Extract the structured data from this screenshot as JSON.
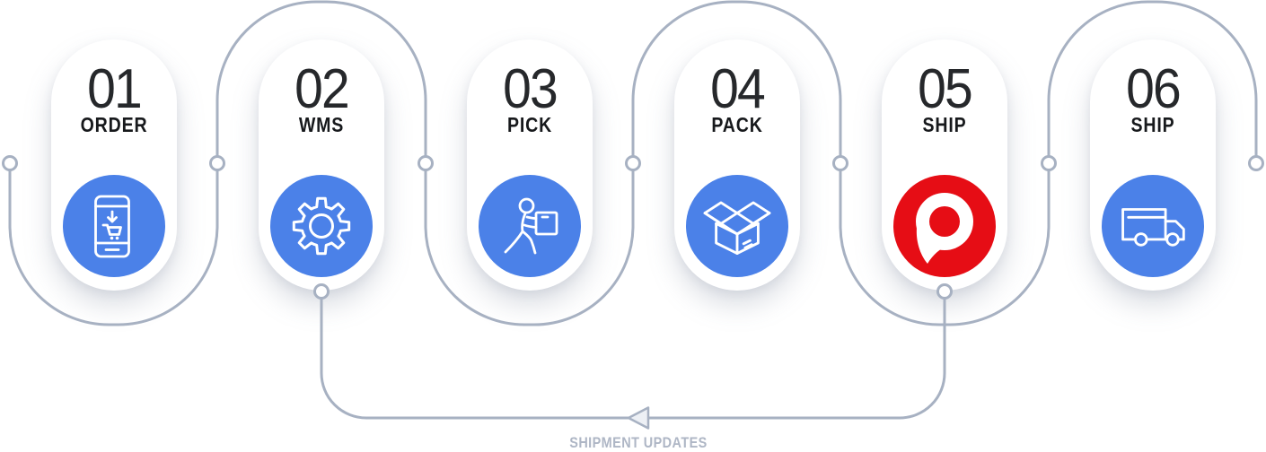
{
  "flow": {
    "steps": [
      {
        "number": "01",
        "label": "ORDER",
        "icon": "smartphone-order-icon",
        "circle_color": "#4b81e8"
      },
      {
        "number": "02",
        "label": "WMS",
        "icon": "gear-icon",
        "circle_color": "#4b81e8"
      },
      {
        "number": "03",
        "label": "PICK",
        "icon": "worker-carrying-box-icon",
        "circle_color": "#4b81e8"
      },
      {
        "number": "04",
        "label": "PACK",
        "icon": "open-box-icon",
        "circle_color": "#4b81e8"
      },
      {
        "number": "05",
        "label": "SHIP",
        "icon": "carrier-p-logo-icon",
        "circle_color": "#e60d15"
      },
      {
        "number": "06",
        "label": "SHIP",
        "icon": "delivery-truck-icon",
        "circle_color": "#4b81e8"
      }
    ],
    "feedback": {
      "label": "SHIPMENT UPDATES",
      "arrow_direction": "left"
    }
  },
  "colors": {
    "accent_blue": "#4b81e8",
    "accent_red": "#e60d15",
    "connector_line": "#a7b1c2",
    "node_fill": "#ffffff",
    "arrow_fill": "#edf0f5",
    "number_text": "#26282b",
    "label_text": "#17191c",
    "feedback_label_text": "#aeb6c5",
    "card_background": "#ffffff"
  }
}
